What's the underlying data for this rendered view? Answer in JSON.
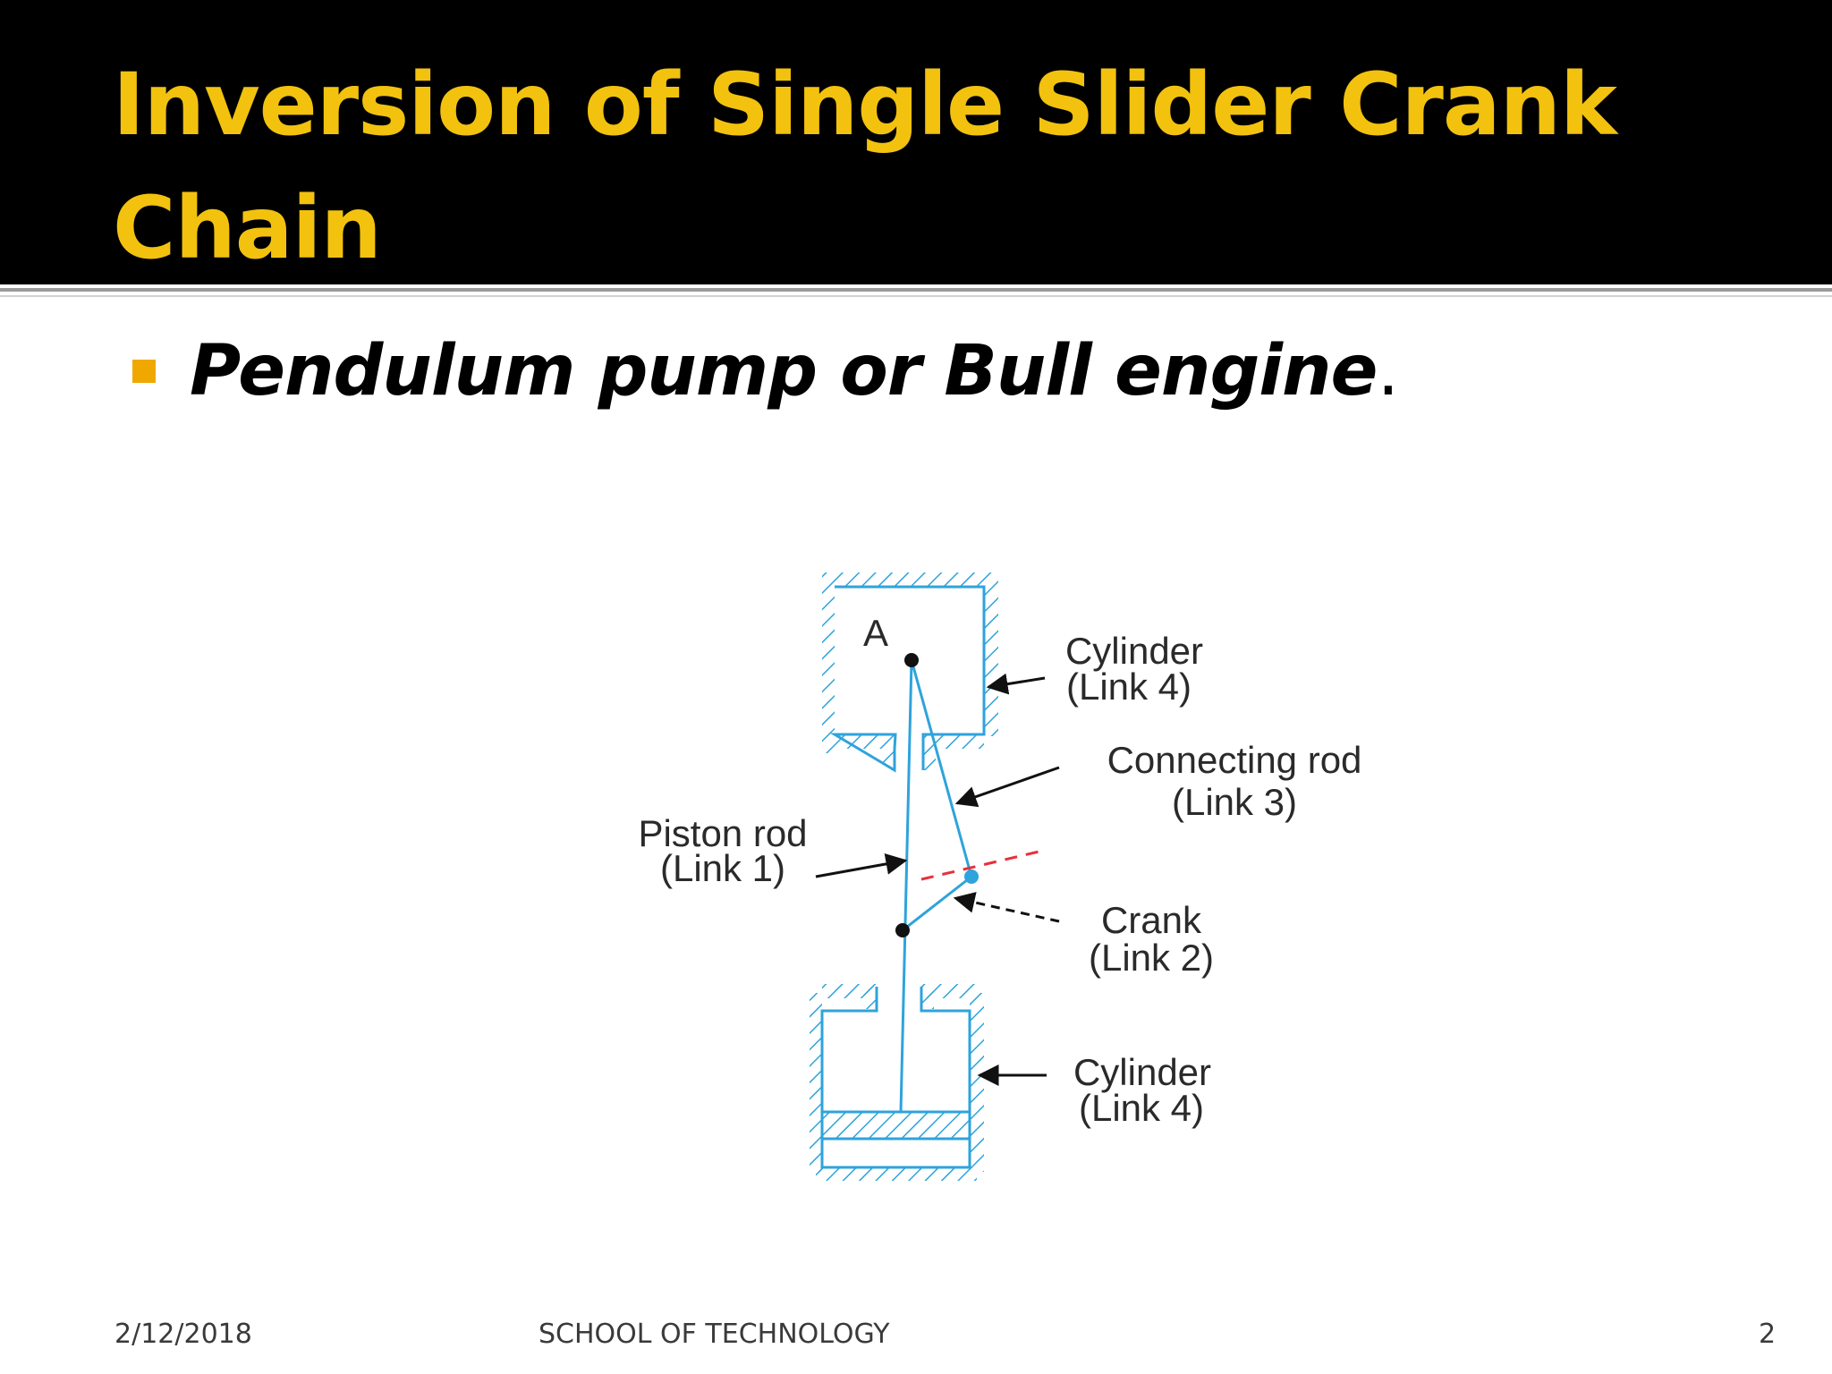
{
  "slide": {
    "title": "Inversion of Single Slider Crank Chain",
    "bullet": {
      "emphasis": "Pendulum pump or Bull engine",
      "trailing": "."
    }
  },
  "diagram": {
    "point_label": "A",
    "labels": {
      "cylinder_top_1": "Cylinder",
      "cylinder_top_2": "(Link 4)",
      "conrod_1": "Connecting rod",
      "conrod_2": "(Link 3)",
      "piston_rod_1": "Piston rod",
      "piston_rod_2": "(Link 1)",
      "crank_1": "Crank",
      "crank_2": "(Link 2)",
      "cylinder_bottom_1": "Cylinder",
      "cylinder_bottom_2": "(Link 4)"
    },
    "colors": {
      "link": "#2ea3dc",
      "dashed_line": "#e8303c",
      "title": "#f2c20e",
      "bullet": "#f0a800"
    }
  },
  "footer": {
    "date": "2/12/2018",
    "school": "SCHOOL OF TECHNOLOGY",
    "page": "2"
  }
}
